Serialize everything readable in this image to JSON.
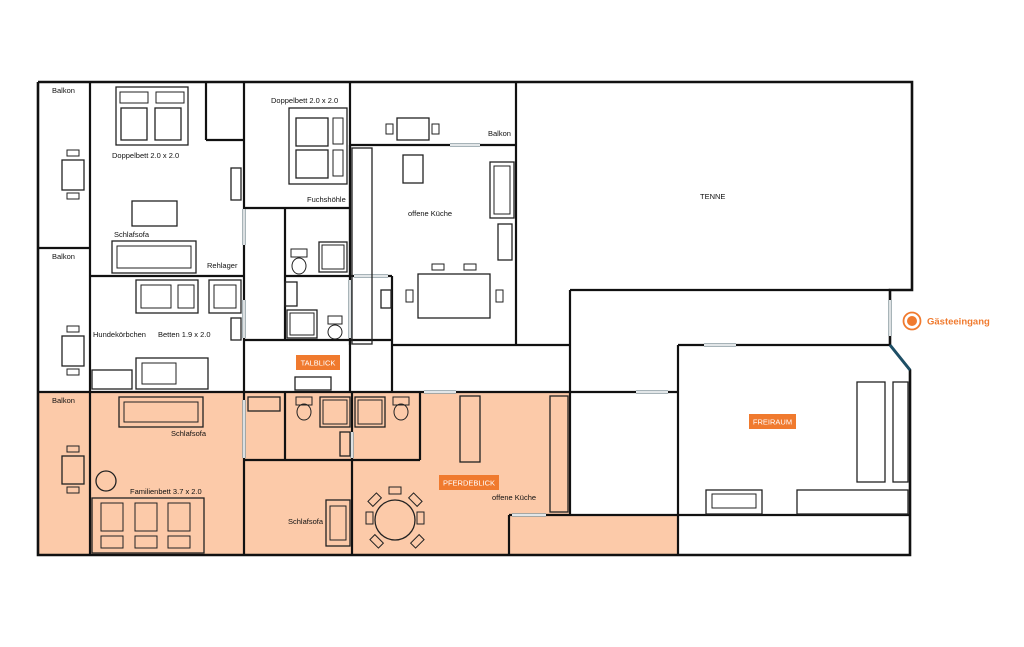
{
  "colors": {
    "accent": "#F07A2E",
    "highlight_fill": "#FCCAA9",
    "wall": "#111111",
    "window": "#8A9AA0",
    "entrance_wall": "#1E4F66"
  },
  "labels": {
    "balkon_1": "Balkon",
    "balkon_2": "Balkon",
    "balkon_3": "Balkon",
    "balkon_4": "Balkon",
    "doppelbett_1": "Doppelbett 2.0 x 2.0",
    "doppelbett_2": "Doppelbett 2.0 x 2.0",
    "schlafsofa_1": "Schlafsofa",
    "schlafsofa_2": "Schlafsofa",
    "schlafsofa_3": "Schlafsofa",
    "rehlager": "Rehlager",
    "fuchshoehle": "Fuchshöhle",
    "kueche_1": "offene Küche",
    "kueche_2": "offene Küche",
    "tenne": "TENNE",
    "hundekoerbchen": "Hundekörbchen",
    "betten": "Betten 1.9 x 2.0",
    "familienbett": "Familienbett 3.7 x 2.0"
  },
  "badges": {
    "talblick": "TALBLICK",
    "pferdeblick": "PFERDEBLICK",
    "freiraum": "FREIRAUM"
  },
  "entrance": {
    "label": "Gästeeingang",
    "icon": "entrance-marker-icon"
  }
}
